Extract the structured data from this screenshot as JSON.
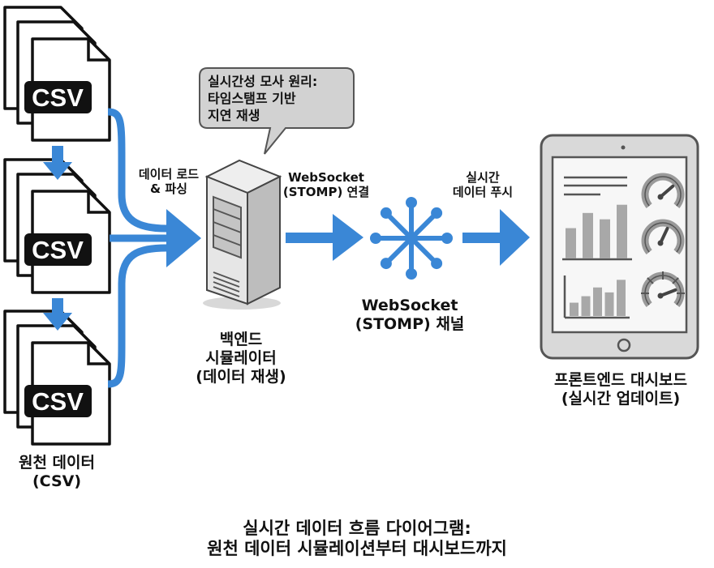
{
  "colors": {
    "arrow": "#3a87d6",
    "server_light": "#e4e4e4",
    "server_mid": "#cfcfcf",
    "server_dark": "#b8b8b8",
    "outline": "#444444",
    "tablet_frame": "#d6d6d6",
    "chart_gray": "#a8a8a8",
    "bubble": "#d2d2d2"
  },
  "source": {
    "file_badge": "CSV",
    "file_count": 3,
    "label_line1": "원천 데이터",
    "label_line2": "(CSV)"
  },
  "edges": {
    "load": {
      "line1": "데이터 로드",
      "line2": "& 파싱"
    },
    "connect": {
      "line1": "WebSocket",
      "line2": "(STOMP) 연결"
    },
    "push": {
      "line1": "실시간",
      "line2": "데이터 푸시"
    }
  },
  "callout": {
    "line1": "실시간성 모사 원리:",
    "line2": "타임스탬프 기반",
    "line3": "지연 재생"
  },
  "backend": {
    "line1": "백엔드",
    "line2": "시뮬레이터",
    "line3": "(데이터 재생)"
  },
  "channel": {
    "line1": "WebSocket",
    "line2": "(STOMP) 채널",
    "spokes": 8
  },
  "frontend": {
    "line1": "프론트엔드 대시보드",
    "line2": "(실시간 업데이트)",
    "widgets": {
      "text_lines": 3,
      "bar_chart_1_relative": [
        0.48,
        0.72,
        0.62,
        0.85
      ],
      "bar_chart_2_relative": [
        0.35,
        0.52,
        0.75,
        0.62,
        0.95
      ],
      "gauges": 3
    }
  },
  "title": {
    "line1": "실시간 데이터 흐름 다이어그램:",
    "line2": "원천 데이터 시뮬레이션부터 대시보드까지"
  }
}
